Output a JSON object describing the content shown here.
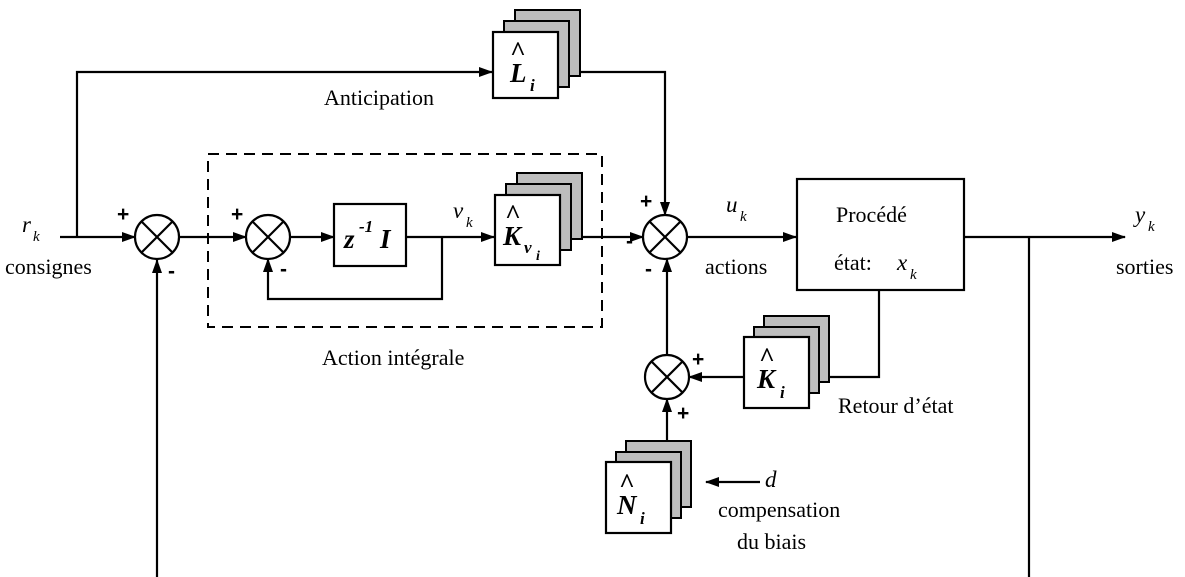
{
  "labels": {
    "anticipation": "Anticipation",
    "action_integrale": "Action intégrale",
    "retour_etat": "Retour d’état",
    "consignes": "consignes",
    "actions": "actions",
    "sorties": "sorties",
    "compensation_line1": "compensation",
    "compensation_line2": "du biais",
    "procede": "Procédé",
    "etat_prefix": "état:"
  },
  "signals": {
    "r": "r",
    "r_sub": "k",
    "v": "v",
    "v_sub": "k",
    "u": "u",
    "u_sub": "k",
    "y": "y",
    "y_sub": "k",
    "x": "x",
    "x_sub": "k",
    "d": "d"
  },
  "blocks": {
    "L": "L",
    "L_sub": "i",
    "Kv": "K",
    "Kv_sub": "v",
    "Kv_subsub": "i",
    "K": "K",
    "K_sub": "i",
    "N": "N",
    "N_sub": "i",
    "delay": "z",
    "delay_exp": "-1",
    "delay_I": "I",
    "hat": "^"
  },
  "signs": {
    "s1_left": "+",
    "s1_bottom": "-",
    "s2_left": "+",
    "s2_bottom": "-",
    "s3_top": "+",
    "s3_left": "-",
    "s3_bottom": "-",
    "s4_right": "+",
    "s4_bottom": "+"
  }
}
